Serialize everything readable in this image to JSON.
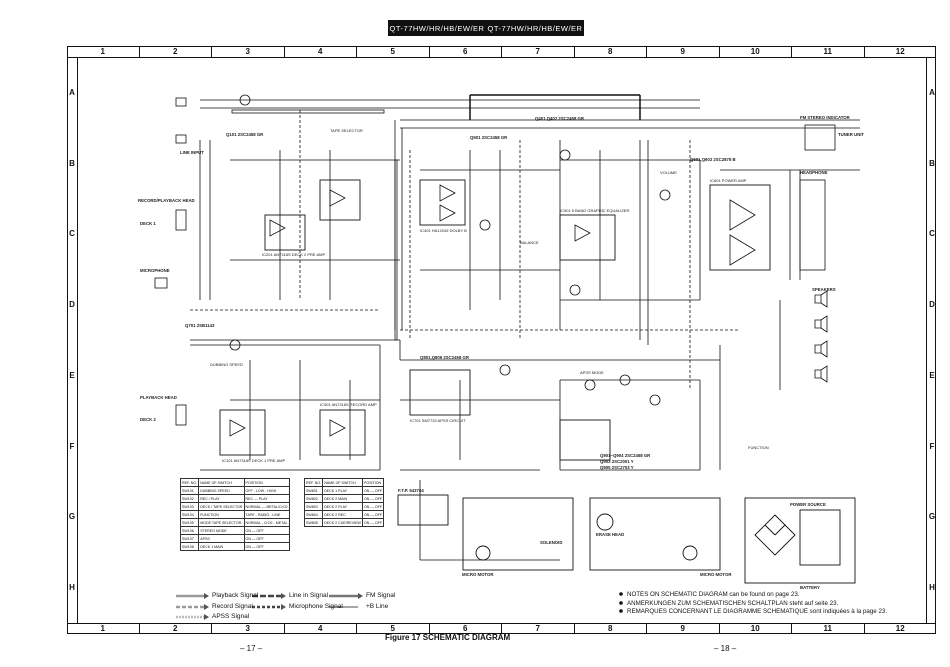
{
  "header": {
    "models": [
      "QT-77HW/HR/HB/EW/ER",
      "QT-77HW/HR/HB/EW/ER"
    ]
  },
  "grid": {
    "columns": [
      "1",
      "2",
      "3",
      "4",
      "5",
      "6",
      "7",
      "8",
      "9",
      "10",
      "11",
      "12"
    ],
    "rows": [
      "A",
      "B",
      "C",
      "D",
      "E",
      "F",
      "G",
      "H"
    ]
  },
  "labels": [
    {
      "id": "q101",
      "text": "Q101 2SC2458 GR"
    },
    {
      "id": "q401",
      "text": "Q401,Q402 2SC2458 GR"
    },
    {
      "id": "q501",
      "text": "Q501 2SC2458 GR"
    },
    {
      "id": "q601",
      "text": "Q601,Q602 2SC2878 B"
    },
    {
      "id": "q701",
      "text": "Q701 2SB1143"
    },
    {
      "id": "q801",
      "text": "Q801,Q806 2SC2458 GR"
    },
    {
      "id": "q901",
      "text": "Q901~Q904 2SC2458 GR"
    },
    {
      "id": "q903",
      "text": "Q903 2SC2001 Y"
    },
    {
      "id": "q905",
      "text": "Q905 2SC2703 Y"
    },
    {
      "id": "ic101",
      "text": "IC101 AN7318S DECK 1 PRE AMP"
    },
    {
      "id": "ic201",
      "text": "IC201 AN7318S DECK 2 PRE AMP"
    },
    {
      "id": "ic301",
      "text": "IC301 AN7318S RECORD AMP"
    },
    {
      "id": "ic501",
      "text": "IC501 5 BAND GRAPHIC EQUALIZER"
    },
    {
      "id": "ic601",
      "text": "IC601 POWER AMP"
    },
    {
      "id": "ic701",
      "text": "IC701 SM7733 APSS CIRCUIT"
    },
    {
      "id": "ic401",
      "text": "IC401 HA12045 DOLBY B"
    },
    {
      "id": "mic",
      "text": "MICROPHONE"
    },
    {
      "id": "lineinput",
      "text": "LINE INPUT"
    },
    {
      "id": "recplay",
      "text": "RECORD/PLAYBACK HEAD"
    },
    {
      "id": "playhead",
      "text": "PLAYBACK HEAD"
    },
    {
      "id": "deck1",
      "text": "DECK 1"
    },
    {
      "id": "deck2",
      "text": "DECK 2"
    },
    {
      "id": "fmstereo",
      "text": "FM STEREO INDICATOR"
    },
    {
      "id": "tuner",
      "text": "TUNER UNIT"
    },
    {
      "id": "headphone",
      "text": "HEADPHONE"
    },
    {
      "id": "speakers",
      "text": "SPEAKERS"
    },
    {
      "id": "volume",
      "text": "VOLUME"
    },
    {
      "id": "balance",
      "text": "BALANCE"
    },
    {
      "id": "dubbing",
      "text": "DUBBING SPEED"
    },
    {
      "id": "tapesel",
      "text": "TAPE SELECTOR"
    },
    {
      "id": "apssmode",
      "text": "APSS MODE"
    },
    {
      "id": "function",
      "text": "FUNCTION"
    },
    {
      "id": "motor1",
      "text": "MICRO MOTOR"
    },
    {
      "id": "motor2",
      "text": "MICRO MOTOR"
    },
    {
      "id": "erase",
      "text": "ERASE HEAD"
    },
    {
      "id": "solenoid",
      "text": "SOLENOID"
    },
    {
      "id": "power",
      "text": "POWER SOURCE"
    },
    {
      "id": "battery",
      "text": "BATTERY"
    },
    {
      "id": "ftp",
      "text": "F.T.P. 543704"
    }
  ],
  "switch_table_1": {
    "headers": [
      "REF. NO.",
      "NAME OF SWITCH",
      "POSITION"
    ],
    "rows": [
      [
        "SW101",
        "DUBBING SPEED",
        "OFF - LOW - HIGH"
      ],
      [
        "SW102",
        "REC / PLAY",
        "REC — PLAY"
      ],
      [
        "SW103",
        "DECK / TAPE SELECTOR",
        "NORMAL — METAL/CrO2"
      ],
      [
        "SW104",
        "FUNCTION",
        "TAPE - RADIO - LINE"
      ],
      [
        "SW105",
        "MODE TAPE SELECTOR",
        "NORMAL - CrO2 - METAL"
      ],
      [
        "SW106",
        "STEREO MODE",
        "ON — OFF"
      ],
      [
        "SW107",
        "APSS",
        "ON — OFF"
      ],
      [
        "SW108",
        "DECK 1 MAIN",
        "ON — OFF"
      ]
    ]
  },
  "switch_table_2": {
    "headers": [
      "REF. NO.",
      "NAME OF SWITCH",
      "POSITION"
    ],
    "rows": [
      [
        "SW801",
        "DECK 1 PLAY",
        "ON — OFF"
      ],
      [
        "SW802",
        "DECK 2 MAIN",
        "ON — OFF"
      ],
      [
        "SW803",
        "DECK 2 PLAY",
        "ON — OFF"
      ],
      [
        "SW804",
        "DECK 2 REC",
        "ON — OFF"
      ],
      [
        "SW805",
        "DECK 2 CUE/REVIEW",
        "ON — OFF"
      ]
    ]
  },
  "legend": {
    "playback": "Playback Signal",
    "record": "Record Signal",
    "apss": "APSS Signal",
    "linein": "Line in Signal",
    "microphone": "Microphone Signal",
    "fm": "FM Signal",
    "b_line": "+B Line"
  },
  "notes": [
    "NOTES ON SCHEMATIC DIAGRAM can be found on page 23.",
    "ANMERKUNGEN ZUM SCHEMATISCHEN SCHALTPLAN steht auf seite 23.",
    "REMARQUES CONCERNANT LE DIAGRAMME SCHEMATIQUE sont indiquées à la page 23."
  ],
  "caption": "Figure 17 SCHEMATIC DIAGRAM",
  "pages": {
    "left": "– 17 –",
    "right": "– 18 –"
  },
  "colors": {
    "ink": "#111111",
    "paper": "#ffffff"
  }
}
